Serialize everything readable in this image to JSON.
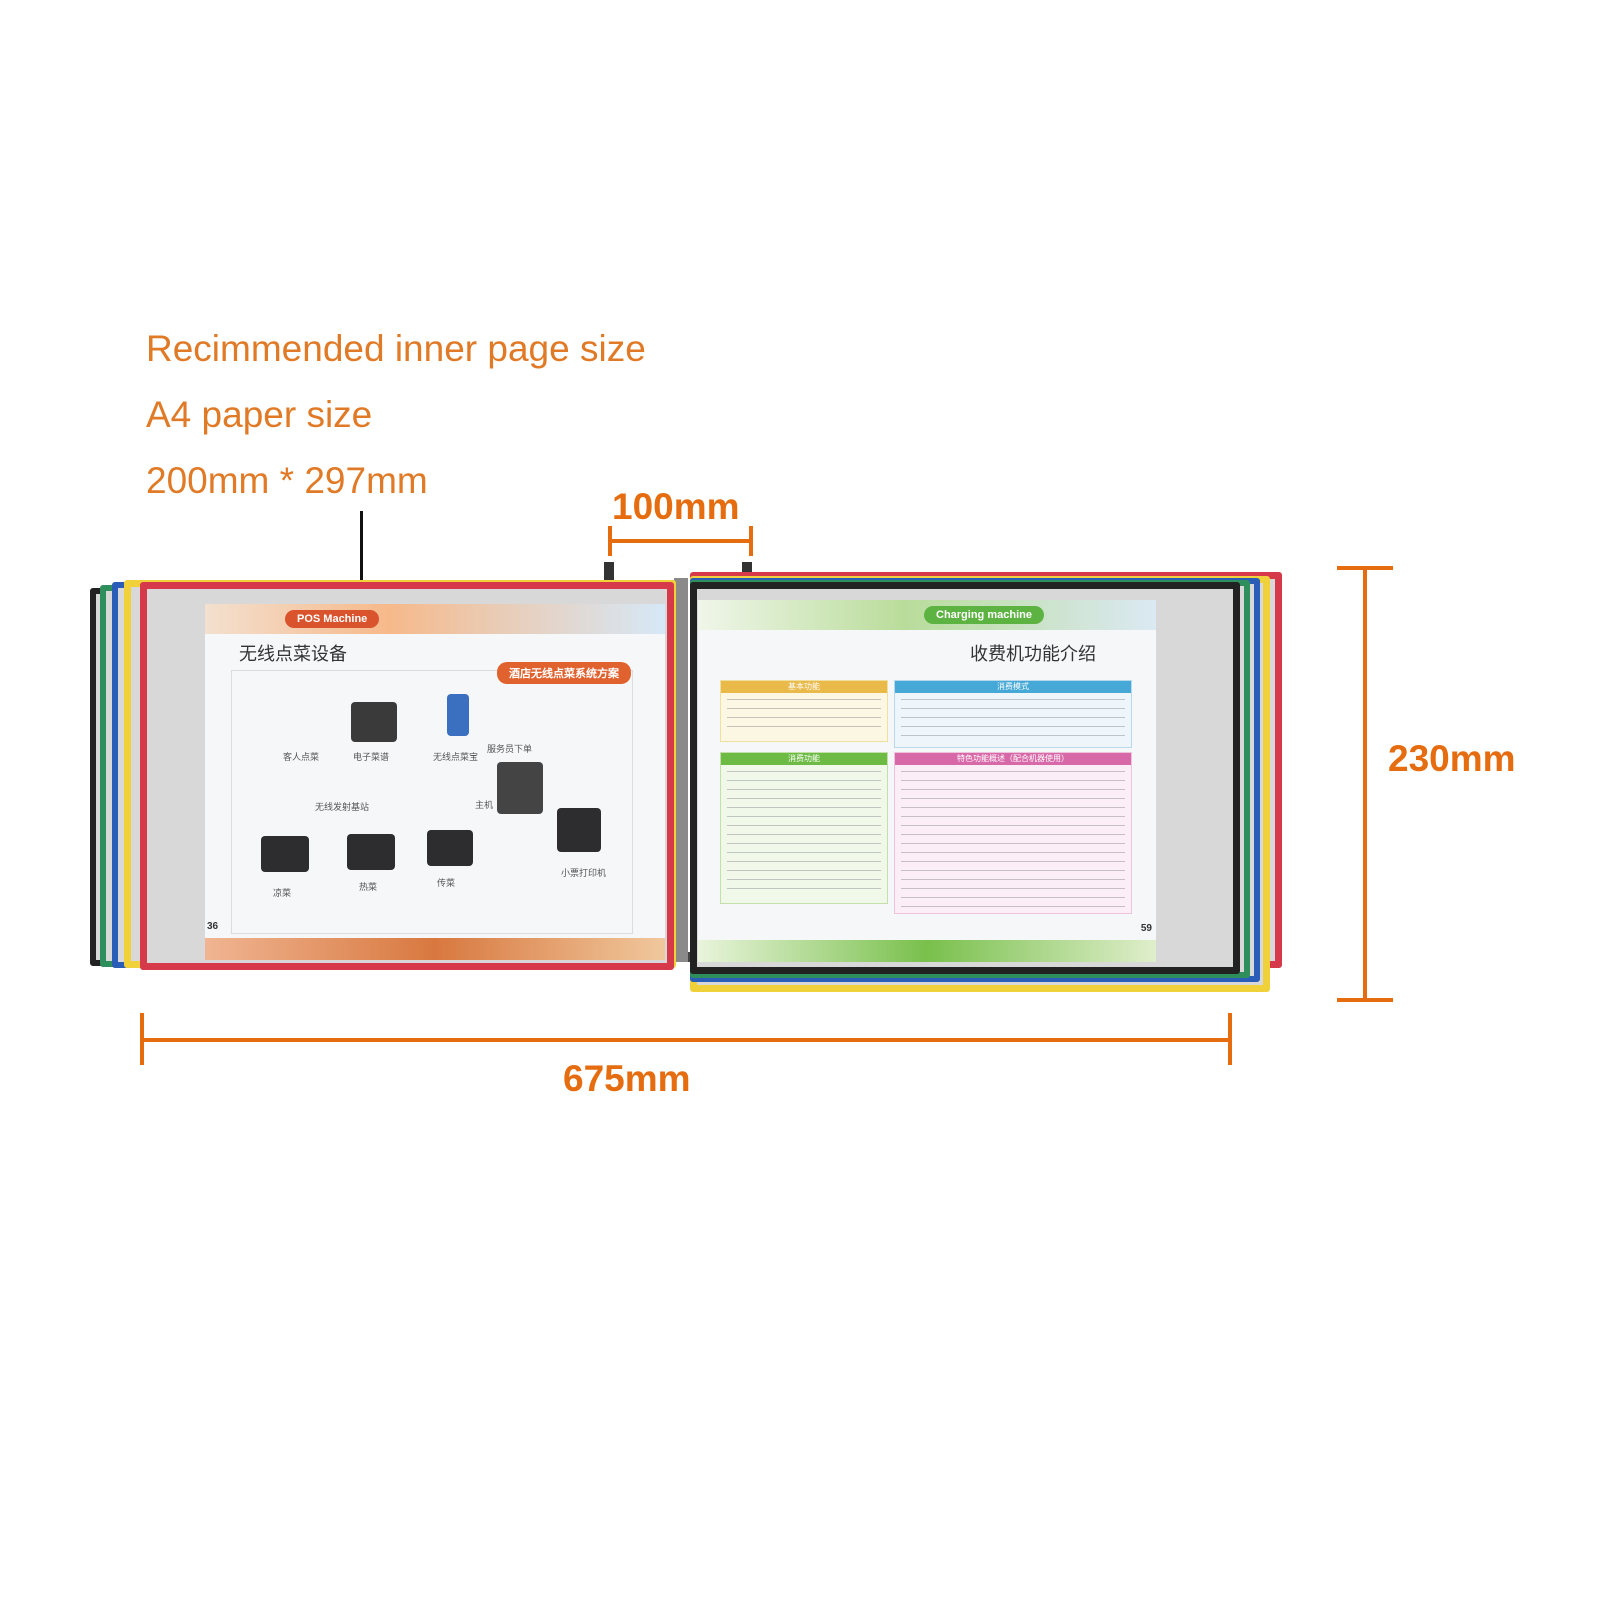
{
  "notes": {
    "line1": "Recimmended inner page size",
    "line2": "A4 paper size",
    "line3": "200mm * 297mm"
  },
  "dimensions": {
    "top": "100mm",
    "right": "230mm",
    "bottom": "675mm"
  },
  "colors": {
    "annotation": "#e56d10",
    "note_text": "#e07a26",
    "frame_red": "#d63a4a",
    "frame_yellow": "#f0d13a",
    "frame_blue": "#2a5db8",
    "frame_green": "#2f8f5c",
    "frame_black": "#222222"
  },
  "left_sheet": {
    "badge": "POS Machine",
    "title": "无线点菜设备",
    "subtitle_badge": "酒店无线点菜系统方案",
    "page_no": "36",
    "captions": {
      "c1": "客人点菜",
      "c2": "电子菜谱",
      "c3": "无线点菜宝",
      "c4": "服务员下单",
      "c5": "无线发射基站",
      "c6": "主机",
      "c7": "凉菜",
      "c8": "热菜",
      "c9": "传菜",
      "c10": "小票打印机"
    }
  },
  "right_sheet": {
    "badge": "Charging machine",
    "title": "收费机功能介绍",
    "page_no": "59",
    "sections": {
      "s1": "基本功能",
      "s2": "消费模式",
      "s3": "消费功能",
      "s4": "特色功能概述（配合机器使用）"
    }
  }
}
